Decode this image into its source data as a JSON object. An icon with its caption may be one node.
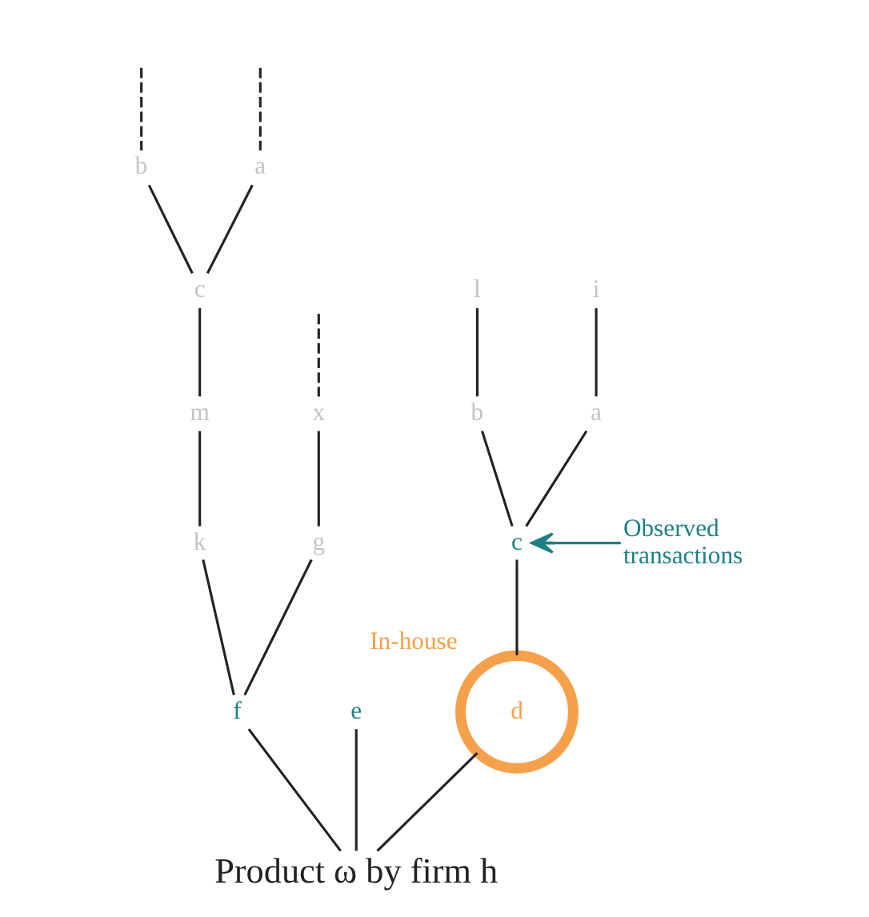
{
  "diagram": {
    "nodes": [
      {
        "text": [
          "b"
        ]
      },
      {
        "text": [
          "a"
        ]
      },
      {
        "text": [
          "c"
        ]
      },
      {
        "text": [
          "l"
        ]
      },
      {
        "text": [
          "i"
        ]
      },
      {
        "text": [
          "m"
        ]
      },
      {
        "text": [
          "x"
        ]
      },
      {
        "text": [
          "b"
        ]
      },
      {
        "text": [
          "a"
        ]
      },
      {
        "text": [
          "k"
        ]
      },
      {
        "text": [
          "g"
        ]
      },
      {
        "text": [
          "c"
        ]
      },
      {
        "text": [
          "Observed transactions"
        ]
      },
      {
        "text": [
          "f"
        ]
      },
      {
        "text": [
          "e"
        ]
      },
      {
        "text": [
          "d"
        ],
        "beside": [
          "In-house"
        ]
      },
      {
        "text": [
          "Product ω by firm h"
        ]
      }
    ],
    "edges": [
      {
        "from": null,
        "to": 0,
        "arrow": "none",
        "style": "dashed"
      },
      {
        "from": null,
        "to": 1,
        "arrow": "none",
        "style": "dashed"
      },
      {
        "from": 0,
        "to": 2,
        "arrow": "none"
      },
      {
        "from": 1,
        "to": 2,
        "arrow": "none"
      },
      {
        "from": 2,
        "to": 5,
        "arrow": "none"
      },
      {
        "from": 5,
        "to": 9,
        "arrow": "none"
      },
      {
        "from": null,
        "to": 6,
        "arrow": "none",
        "style": "dashed"
      },
      {
        "from": 6,
        "to": 10,
        "arrow": "none"
      },
      {
        "from": 3,
        "to": 7,
        "arrow": "none"
      },
      {
        "from": 4,
        "to": 8,
        "arrow": "none"
      },
      {
        "from": 7,
        "to": 11,
        "arrow": "none"
      },
      {
        "from": 8,
        "to": 11,
        "arrow": "none"
      },
      {
        "from": 12,
        "to": 11,
        "arrow": "to",
        "color": "#1f7f86"
      },
      {
        "from": 9,
        "to": 13,
        "arrow": "none"
      },
      {
        "from": 10,
        "to": 13,
        "arrow": "none"
      },
      {
        "from": 11,
        "to": 15,
        "arrow": "none"
      },
      {
        "from": 13,
        "to": 16,
        "arrow": "none"
      },
      {
        "from": 14,
        "to": 16,
        "arrow": "none"
      },
      {
        "from": 15,
        "to": 16,
        "arrow": "none"
      }
    ]
  }
}
